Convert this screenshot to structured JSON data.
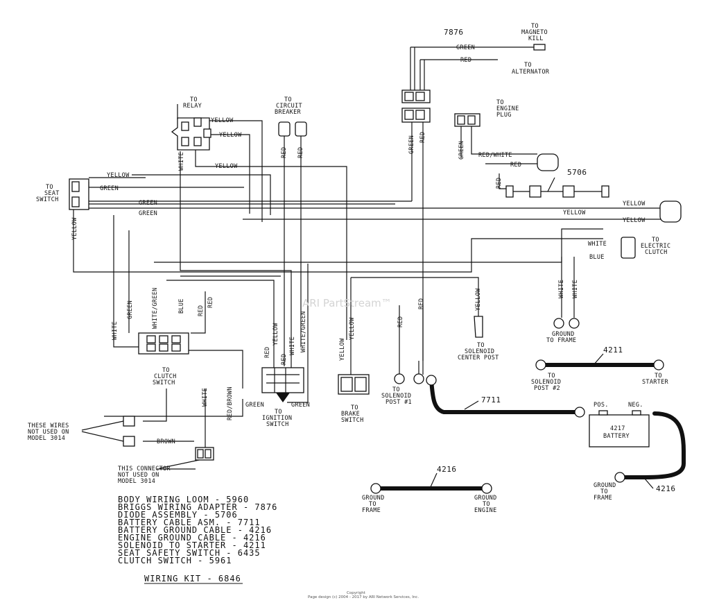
{
  "watermark": "ARI PartStream™",
  "footer": {
    "copyright": "Copyright",
    "page_design": "Page design (c) 2004 - 2017 by ARI Network Services, Inc."
  },
  "callouts": {
    "adapter": "7876",
    "diode": "5706",
    "battery_cable": "7711",
    "solenoid_cable": "4211",
    "ground_cable_a": "4216",
    "ground_cable_b": "4216",
    "battery_part": "4217",
    "battery_name": "BATTERY",
    "pos": "POS.",
    "neg": "NEG."
  },
  "labels": {
    "to_magneto_kill": [
      "TO",
      "MAGNETO",
      "KILL"
    ],
    "to_alternator": [
      "TO",
      "ALTERNATOR"
    ],
    "to_engine_plug": [
      "TO",
      "ENGINE",
      "PLUG"
    ],
    "to_relay": [
      "TO",
      "RELAY"
    ],
    "to_circuit_breaker": [
      "TO",
      "CIRCUIT",
      "BREAKER"
    ],
    "to_seat_switch": [
      "TO",
      "SEAT",
      "SWITCH"
    ],
    "to_electric_clutch": [
      "TO",
      "ELECTRIC",
      "CLUTCH"
    ],
    "ground_to_frame_top": [
      "GROUND",
      "TO FRAME"
    ],
    "to_solenoid_center_post": [
      "TO",
      "SOLENOID",
      "CENTER POST"
    ],
    "to_clutch_switch": [
      "TO",
      "CLUTCH",
      "SWITCH"
    ],
    "to_ignition_switch": [
      "TO",
      "IGNITION",
      "SWITCH"
    ],
    "to_brake_switch": [
      "TO",
      "BRAKE",
      "SWITCH"
    ],
    "to_solenoid_post1": [
      "TO",
      "SOLENOID",
      "POST #1"
    ],
    "to_solenoid_post2": [
      "TO",
      "SOLENOID",
      "POST #2"
    ],
    "to_starter": [
      "TO",
      "STARTER"
    ],
    "unused_wires": [
      "THESE WIRES",
      "NOT USED ON",
      "MODEL 3014"
    ],
    "unused_connector": [
      "THIS CONNECTOR",
      "NOT USED ON",
      "MODEL 3014"
    ],
    "ground_to_frame_left": [
      "GROUND",
      "TO",
      "FRAME"
    ],
    "ground_to_engine": [
      "GROUND",
      "TO",
      "ENGINE"
    ],
    "ground_to_frame_battery": [
      "GROUND",
      "TO",
      "FRAME"
    ]
  },
  "wire_colors": {
    "green": "GREEN",
    "red": "RED",
    "yellow": "YELLOW",
    "white": "WHITE",
    "blue": "BLUE",
    "red_white": "RED/WHITE",
    "white_green": "WHITE/GREEN",
    "red_brown": "RED/BROWN",
    "brown": "BROWN"
  },
  "parts_list": [
    "BODY WIRING LOOM - 5960",
    "BRIGGS WIRING ADAPTER - 7876",
    "DIODE ASSEMBLY - 5706",
    "BATTERY CABLE ASM. - 7711",
    "BATTERY GROUND CABLE - 4216",
    "ENGINE GROUND CABLE - 4216",
    "SOLENOID TO STARTER - 4211",
    "SEAT SAFETY SWITCH - 6435",
    "CLUTCH SWITCH - 5961"
  ],
  "wiring_kit": "WIRING KIT - 6846"
}
